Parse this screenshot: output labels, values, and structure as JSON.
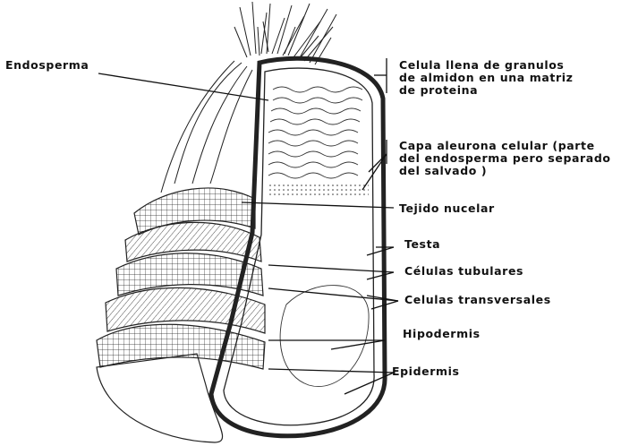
{
  "labels": {
    "endosperm": "Endosperma",
    "cell_line1": "Celula llena de granulos",
    "cell_line2": "de almidon en una matriz",
    "cell_line3": "de proteina",
    "aleurone_line1": "Capa aleurona celular (parte",
    "aleurone_line2": "del endosperma pero separado",
    "aleurone_line3": "del salvado )",
    "nucellar": "Tejido nucelar",
    "testa": "Testa",
    "tube_cells": "Células tubulares",
    "cross_cells": "Celulas transversales",
    "hypodermis": "Hipodermis",
    "epidermis": "Epidermis"
  },
  "colors": {
    "ink": "#111111",
    "paper": "#ffffff"
  }
}
